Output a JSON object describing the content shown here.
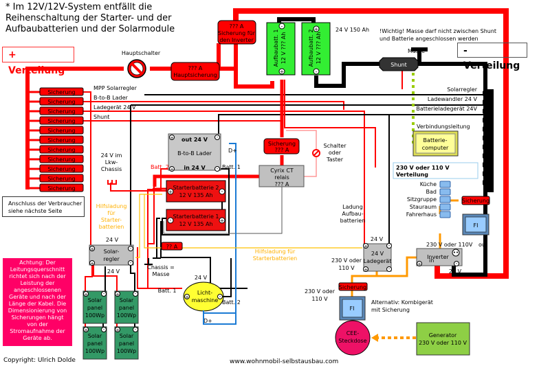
{
  "note_top": [
    "* Im 12V/12V-System entfällt die",
    "Reihenschaltung der Starter- und der",
    "Aufbaubatterien und der Solarmodule"
  ],
  "plus_distribution": "+ Verteilung",
  "minus_distribution": "- Verteilung",
  "main_switch": "Hauptschalter",
  "main_fuse": [
    "??? A",
    "Hauptsicherung"
  ],
  "inverter_fuse": [
    "??? A",
    "Sicherung für",
    "den Inverter"
  ],
  "left_fuse": [
    "??? A",
    "Sicherung"
  ],
  "house_battery_1": [
    "Aufbaubatt. 1",
    "12 V ??? Ah"
  ],
  "house_battery_2": [
    "Aufbaubatt. 2",
    "12 V ??? Ah"
  ],
  "house_bank_label": "24 V 150 Ah",
  "warning_ground": [
    "!Wichtig! Masse darf nicht zwischen Shunt",
    "und Batterie angeschlossen werden"
  ],
  "ground_label": "Masse",
  "shunt": "Shunt",
  "fuse_label": "Sicherung",
  "fuse_count": 11,
  "plus_outputs": [
    "MPP Solarregler",
    "B-to-B Lader",
    "Ladegerät 24 V",
    "Shunt"
  ],
  "minus_outputs": [
    "Solarregler",
    "Ladewandler 24 V",
    "Batterieladegerät 24V"
  ],
  "chassis_24v": [
    "24 V im",
    "Lkw-",
    "Chassis"
  ],
  "btob": {
    "out": "out 24 V",
    "name": "B-to-B Lader",
    "in": "in 24 V"
  },
  "batt2_label": "Batt. 2",
  "batt1_label": "Batt. 1",
  "dplus_label": "D+",
  "starter_2": [
    "Starterbatterie 2",
    "12 V 135 Ah"
  ],
  "starter_1": [
    "Starterbatterie 1",
    "12 V 135 Ah"
  ],
  "cyrix_fuse": [
    "Sicherung",
    "??? A"
  ],
  "cyrix": [
    "Cyrix CT",
    "relais",
    "??? A"
  ],
  "switch_label": [
    "Schalter",
    "oder",
    "Taster"
  ],
  "connection_line": "Verbindungsleitung",
  "battery_computer": [
    "Batterie-",
    "computer"
  ],
  "ac_distribution": [
    "230 V oder 110 V",
    "Verteilung"
  ],
  "ac_circuits": [
    "Küche",
    "Bad",
    "Sitzgruppe",
    "Stauraum",
    "Fahrerhaus"
  ],
  "fi_label": "FI",
  "inverter": {
    "name": "Inverter",
    "ac_out": "230 V oder 110V",
    "out": "out",
    "in": "in",
    "dc": "24 V"
  },
  "charging_house": [
    "Ladung",
    "Aufbau-",
    "batterien"
  ],
  "charger": {
    "v_top": "24 V",
    "name": [
      "24 V",
      "Ladegerät"
    ],
    "ac": [
      "230 V oder",
      "110 V"
    ]
  },
  "aux_charge_left": [
    "Hilfsladung",
    "für",
    "Starter-",
    "batterien"
  ],
  "aux_charge_mid": [
    "Hilfsladung für",
    "Starterbatterien"
  ],
  "consumers_note": [
    "Anschluss der Verbraucher",
    "siehe nächste Seite"
  ],
  "solar_regulator": {
    "v_top": "24 V",
    "name": [
      "Solar-",
      "regler"
    ],
    "v_bottom": "24 V"
  },
  "solar_panels": [
    [
      "Solar",
      "panel",
      "100Wp"
    ],
    [
      "Solar",
      "panel",
      "100Wp"
    ],
    [
      "Solar",
      "panel",
      "100Wp"
    ],
    [
      "Solar",
      "panel",
      "100Wp"
    ]
  ],
  "small_fuse": "?? A",
  "chassis_ground": [
    "Chassis =",
    "Masse"
  ],
  "alternator": {
    "v": "24 V",
    "name": [
      "Licht-",
      "maschine"
    ]
  },
  "warning_box": [
    "Achtung: Der",
    "Leitungsquerschnitt",
    "richtet sich nach der",
    "Leistung der",
    "angeschlossenen",
    "Geräte und nach der",
    "Länge der Kabel. Die",
    "Dimensionierung von",
    "Sicherungen hängt",
    "von der",
    "Stromaufnahme der",
    "Geräte ab."
  ],
  "ac_in_label": [
    "230 V oder",
    "110 V"
  ],
  "alt_note": [
    "Alternativ: Kombigerät",
    "mit Sicherung"
  ],
  "cee": [
    "CEE-",
    "Steckdose"
  ],
  "generator": [
    "Generator",
    "230 V oder 110 V"
  ],
  "copyright": "Copyright: Ulrich Dolde",
  "website": "www.wohnmobil-selbstausbau.com",
  "colors": {
    "plus": "#ff0000",
    "minus": "#000000",
    "ac": "#ff9900",
    "dplus": "#1a7ad4",
    "aux": "#ffc000",
    "battery_green": "#33ee33",
    "data_line": "#99cc00",
    "cee": "#ee1166",
    "generator": "#8ecf45",
    "solar": "#339966",
    "warning": "#ff0066"
  }
}
